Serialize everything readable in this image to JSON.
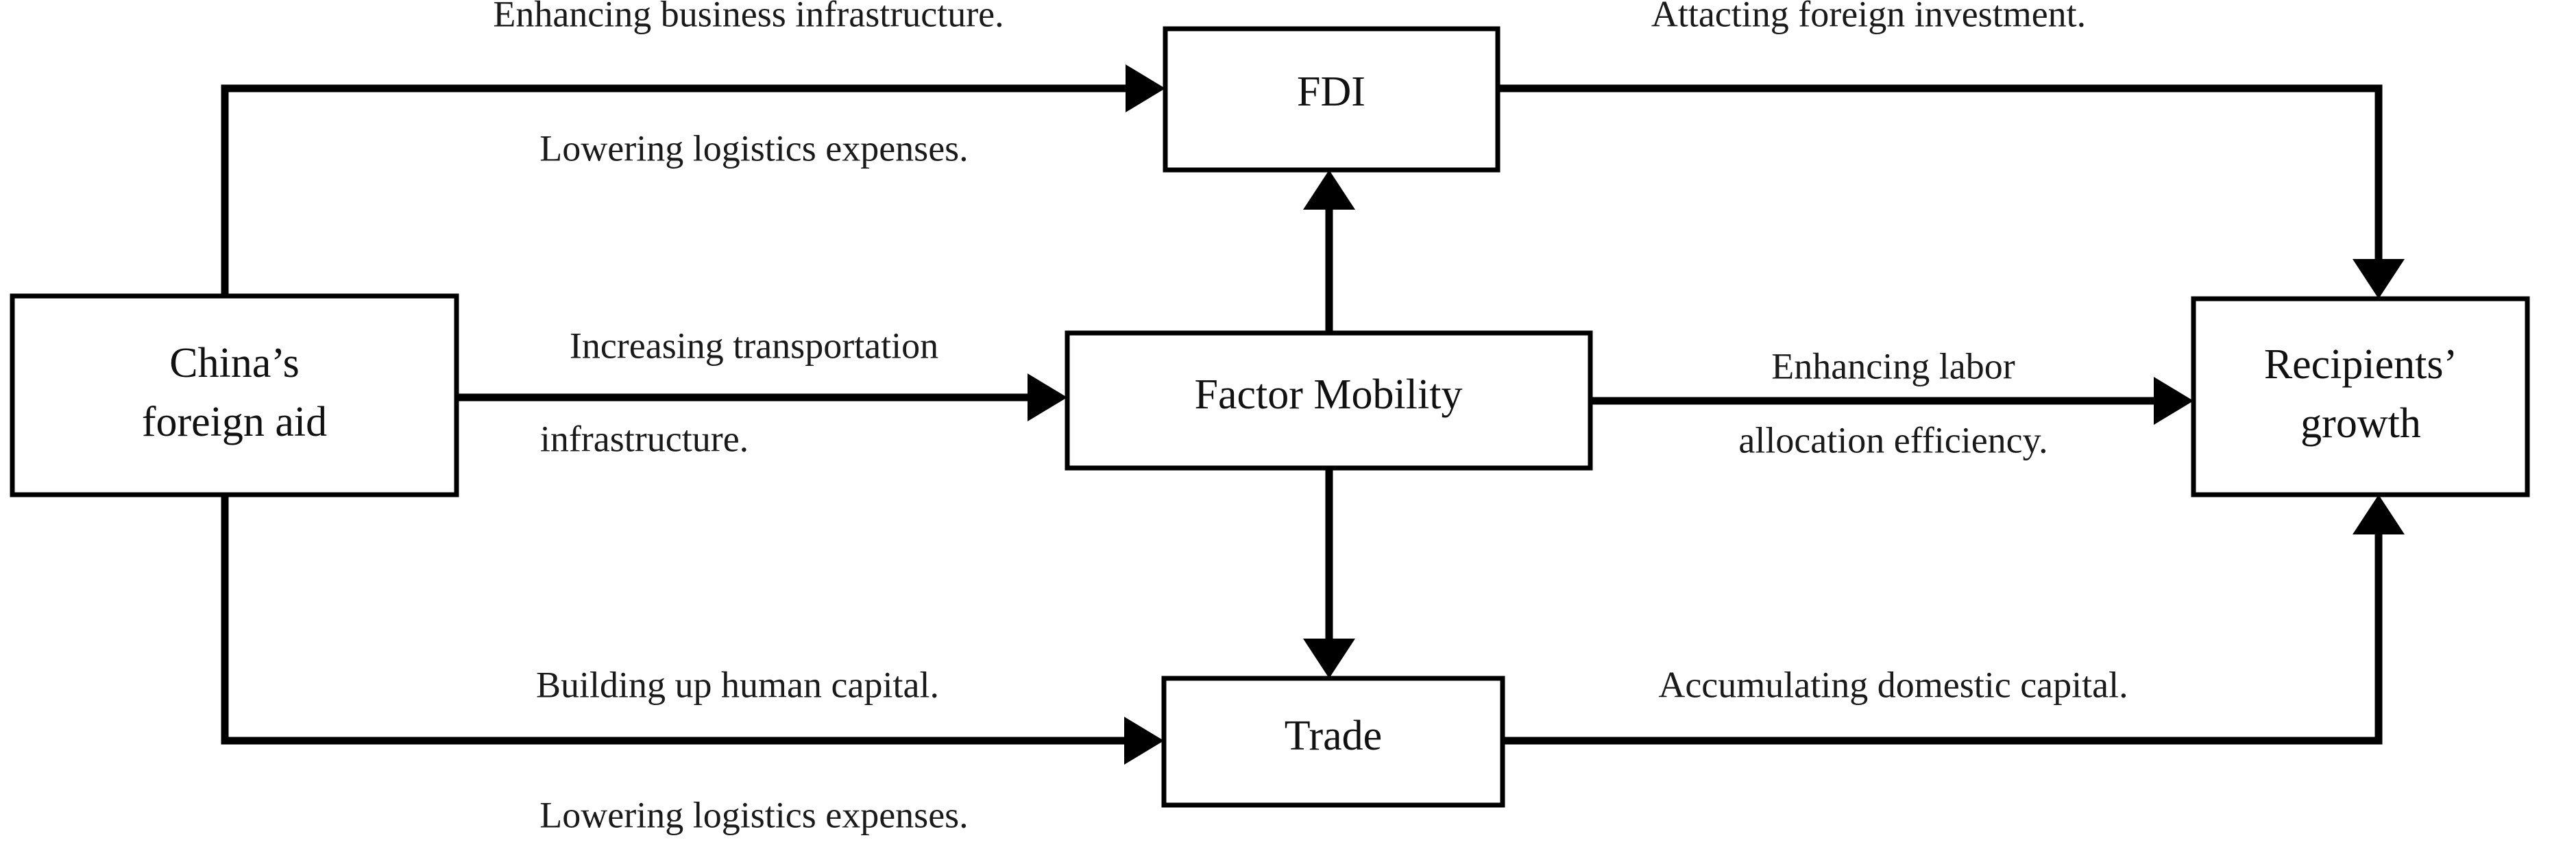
{
  "diagram": {
    "title": "China's foreign aid transmission channels to recipients' growth",
    "type": "flow-diagram",
    "background_color": "#ffffff",
    "line_color": "#000000",
    "text_color": "#111111",
    "nodes": [
      {
        "id": "aid",
        "label_line1": "China’s",
        "label_line2": "foreign aid"
      },
      {
        "id": "fdi",
        "label_line1": "FDI",
        "label_line2": ""
      },
      {
        "id": "factor",
        "label_line1": "Factor Mobility",
        "label_line2": ""
      },
      {
        "id": "trade",
        "label_line1": "Trade",
        "label_line2": ""
      },
      {
        "id": "recipients",
        "label_line1": "Recipients’",
        "label_line2": "growth"
      }
    ],
    "edge_labels": {
      "aid_to_fdi_top": "Enhancing business infrastructure.",
      "aid_to_fdi_bottom": "Lowering logistics expenses.",
      "fdi_to_recipients": "Attacting foreign investment.",
      "aid_to_factor_line1": "Increasing transportation",
      "aid_to_factor_line2": "infrastructure.",
      "factor_to_recip_line1": "Enhancing labor",
      "factor_to_recip_line2": "allocation efficiency.",
      "aid_to_trade_top": "Building up human capital.",
      "aid_to_trade_bottom": "Lowering logistics expenses.",
      "trade_to_recipients": "Accumulating domestic capital."
    },
    "edges": [
      {
        "from": "aid",
        "to": "fdi",
        "labels": [
          "Enhancing business infrastructure.",
          "Lowering logistics expenses."
        ]
      },
      {
        "from": "aid",
        "to": "factor",
        "labels": [
          "Increasing transportation",
          "infrastructure."
        ]
      },
      {
        "from": "aid",
        "to": "trade",
        "labels": [
          "Building up human capital.",
          "Lowering logistics expenses."
        ]
      },
      {
        "from": "fdi",
        "to": "recipients",
        "labels": [
          "Attacting foreign investment."
        ]
      },
      {
        "from": "factor",
        "to": "fdi",
        "labels": []
      },
      {
        "from": "factor",
        "to": "trade",
        "labels": []
      },
      {
        "from": "factor",
        "to": "recipients",
        "labels": [
          "Enhancing labor",
          "allocation efficiency."
        ]
      },
      {
        "from": "trade",
        "to": "recipients",
        "labels": [
          "Accumulating domestic capital."
        ]
      }
    ]
  }
}
